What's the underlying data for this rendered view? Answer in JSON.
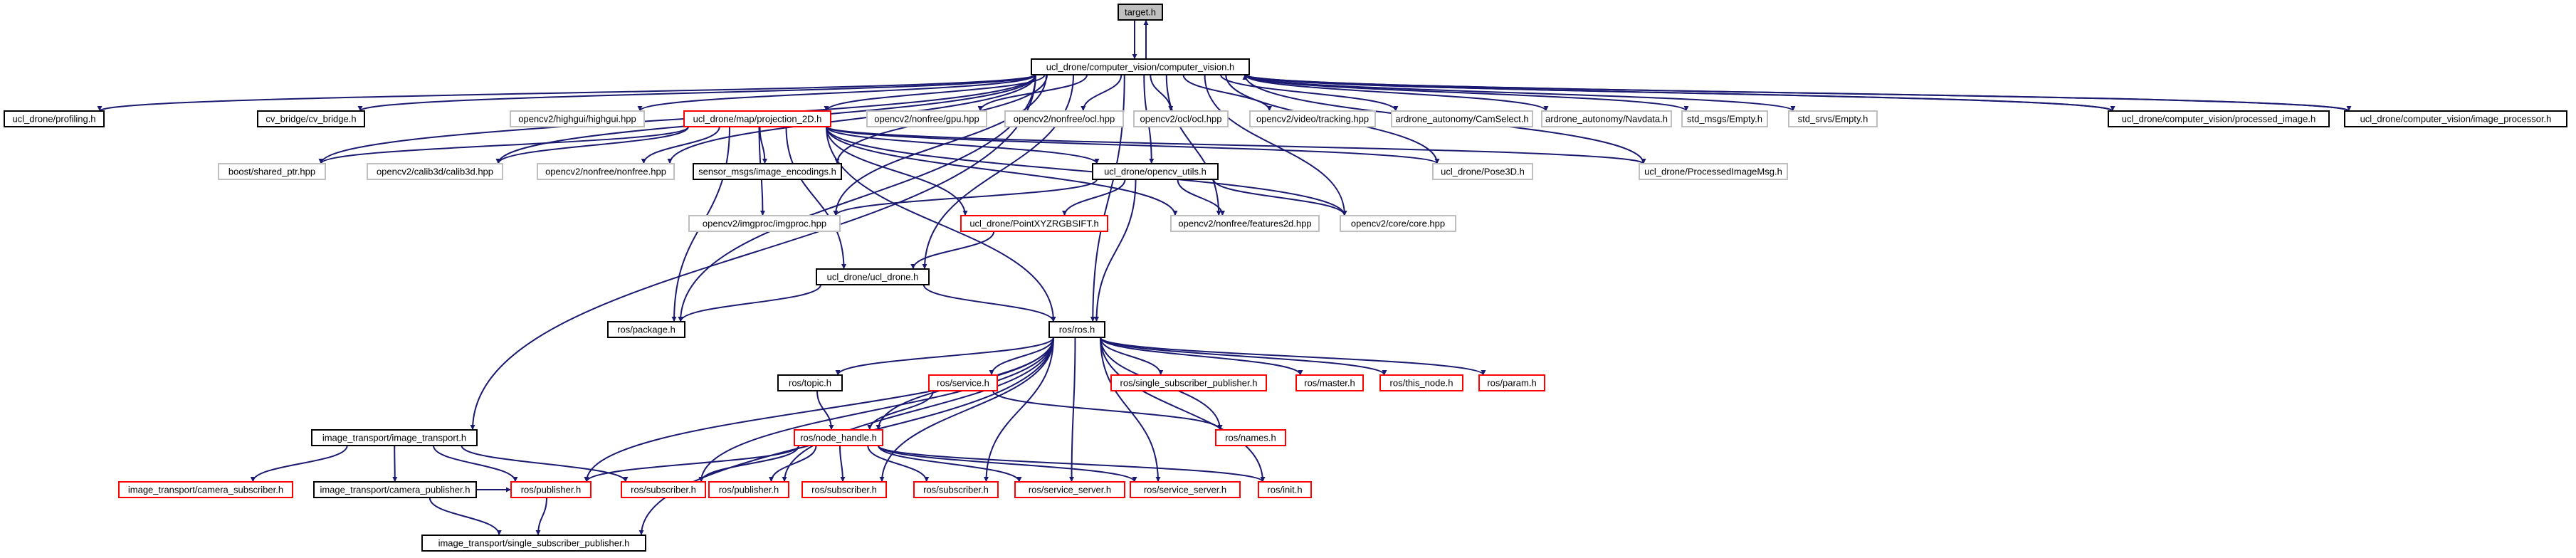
{
  "graph": {
    "colors": {
      "edge": "#191970",
      "black": "#000000",
      "red": "#ff0000",
      "grey": "#bfbfbf",
      "root_fill": "#bfbfbf"
    },
    "nodes": {
      "target": {
        "label": "target.h",
        "style": "root"
      },
      "cv": {
        "label": "ucl_drone/computer_vision/computer_vision.h",
        "style": "black"
      },
      "profiling": {
        "label": "ucl_drone/profiling.h",
        "style": "black"
      },
      "cvbridge": {
        "label": "cv_bridge/cv_bridge.h",
        "style": "black"
      },
      "highgui": {
        "label": "opencv2/highgui/highgui.hpp",
        "style": "grey"
      },
      "proj2d": {
        "label": "ucl_drone/map/projection_2D.h",
        "style": "red"
      },
      "gpu": {
        "label": "opencv2/nonfree/gpu.hpp",
        "style": "grey"
      },
      "nonfreeocl": {
        "label": "opencv2/nonfree/ocl.hpp",
        "style": "grey"
      },
      "ocl": {
        "label": "opencv2/ocl/ocl.hpp",
        "style": "grey"
      },
      "tracking": {
        "label": "opencv2/video/tracking.hpp",
        "style": "grey"
      },
      "camselect": {
        "label": "ardrone_autonomy/CamSelect.h",
        "style": "grey"
      },
      "navdata": {
        "label": "ardrone_autonomy/Navdata.h",
        "style": "grey"
      },
      "empty_msg": {
        "label": "std_msgs/Empty.h",
        "style": "grey"
      },
      "empty_srv": {
        "label": "std_srvs/Empty.h",
        "style": "grey"
      },
      "procimg": {
        "label": "ucl_drone/computer_vision/processed_image.h",
        "style": "black"
      },
      "improc": {
        "label": "ucl_drone/computer_vision/image_processor.h",
        "style": "black"
      },
      "sharedptr": {
        "label": "boost/shared_ptr.hpp",
        "style": "grey"
      },
      "calib3d": {
        "label": "opencv2/calib3d/calib3d.hpp",
        "style": "grey"
      },
      "nonfree": {
        "label": "opencv2/nonfree/nonfree.hpp",
        "style": "grey"
      },
      "sensorenc": {
        "label": "sensor_msgs/image_encodings.h",
        "style": "black"
      },
      "ocvutils": {
        "label": "ucl_drone/opencv_utils.h",
        "style": "black"
      },
      "pose3d": {
        "label": "ucl_drone/Pose3D.h",
        "style": "grey"
      },
      "procmsg": {
        "label": "ucl_drone/ProcessedImageMsg.h",
        "style": "grey"
      },
      "imgproc": {
        "label": "opencv2/imgproc/imgproc.hpp",
        "style": "grey"
      },
      "pointxyz": {
        "label": "ucl_drone/PointXYZRGBSIFT.h",
        "style": "red"
      },
      "features2d": {
        "label": "opencv2/nonfree/features2d.hpp",
        "style": "grey"
      },
      "core": {
        "label": "opencv2/core/core.hpp",
        "style": "grey"
      },
      "ucldrone": {
        "label": "ucl_drone/ucl_drone.h",
        "style": "black"
      },
      "package": {
        "label": "ros/package.h",
        "style": "black"
      },
      "ros": {
        "label": "ros/ros.h",
        "style": "black"
      },
      "topic": {
        "label": "ros/topic.h",
        "style": "black"
      },
      "service": {
        "label": "ros/service.h",
        "style": "red"
      },
      "ssp_ros": {
        "label": "ros/single_subscriber_publisher.h",
        "style": "red"
      },
      "master": {
        "label": "ros/master.h",
        "style": "red"
      },
      "thisnode": {
        "label": "ros/this_node.h",
        "style": "red"
      },
      "param": {
        "label": "ros/param.h",
        "style": "red"
      },
      "it": {
        "label": "image_transport/image_transport.h",
        "style": "black"
      },
      "nodehandle": {
        "label": "ros/node_handle.h",
        "style": "red"
      },
      "names": {
        "label": "ros/names.h",
        "style": "red"
      },
      "camsub": {
        "label": "image_transport/camera_subscriber.h",
        "style": "red"
      },
      "campub": {
        "label": "image_transport/camera_publisher.h",
        "style": "black"
      },
      "pub_a": {
        "label": "ros/publisher.h",
        "style": "red"
      },
      "sub_a": {
        "label": "ros/subscriber.h",
        "style": "red"
      },
      "pub_b": {
        "label": "ros/publisher.h",
        "style": "red"
      },
      "sub_b": {
        "label": "ros/subscriber.h",
        "style": "red"
      },
      "sub_c": {
        "label": "ros/subscriber.h",
        "style": "red"
      },
      "srvserver_a": {
        "label": "ros/service_server.h",
        "style": "red"
      },
      "srvserver_b": {
        "label": "ros/service_server.h",
        "style": "red"
      },
      "init": {
        "label": "ros/init.h",
        "style": "red"
      },
      "ssp_it": {
        "label": "image_transport/single_subscriber_publisher.h",
        "style": "black"
      }
    },
    "edges": [
      [
        "target",
        "cv"
      ],
      [
        "cv",
        "target"
      ],
      [
        "cv",
        "profiling"
      ],
      [
        "cv",
        "cvbridge"
      ],
      [
        "cv",
        "highgui"
      ],
      [
        "cv",
        "proj2d"
      ],
      [
        "cv",
        "gpu"
      ],
      [
        "cv",
        "nonfreeocl"
      ],
      [
        "cv",
        "ocl"
      ],
      [
        "cv",
        "tracking"
      ],
      [
        "cv",
        "camselect"
      ],
      [
        "cv",
        "navdata"
      ],
      [
        "cv",
        "empty_msg"
      ],
      [
        "cv",
        "empty_srv"
      ],
      [
        "cv",
        "procimg"
      ],
      [
        "cv",
        "improc"
      ],
      [
        "cv",
        "sharedptr"
      ],
      [
        "cv",
        "calib3d"
      ],
      [
        "cv",
        "nonfree"
      ],
      [
        "cv",
        "sensorenc"
      ],
      [
        "cv",
        "ocvutils"
      ],
      [
        "cv",
        "pose3d"
      ],
      [
        "cv",
        "procmsg"
      ],
      [
        "cv",
        "imgproc"
      ],
      [
        "cv",
        "features2d"
      ],
      [
        "cv",
        "core"
      ],
      [
        "cv",
        "ucldrone"
      ],
      [
        "cv",
        "package"
      ],
      [
        "cv",
        "ros"
      ],
      [
        "cv",
        "it"
      ],
      [
        "procimg",
        "cv"
      ],
      [
        "improc",
        "cv"
      ],
      [
        "proj2d",
        "sharedptr"
      ],
      [
        "proj2d",
        "calib3d"
      ],
      [
        "proj2d",
        "nonfree"
      ],
      [
        "proj2d",
        "sensorenc"
      ],
      [
        "proj2d",
        "ocvutils"
      ],
      [
        "proj2d",
        "pose3d"
      ],
      [
        "proj2d",
        "procmsg"
      ],
      [
        "proj2d",
        "imgproc"
      ],
      [
        "proj2d",
        "pointxyz"
      ],
      [
        "proj2d",
        "features2d"
      ],
      [
        "proj2d",
        "core"
      ],
      [
        "proj2d",
        "ucldrone"
      ],
      [
        "proj2d",
        "package"
      ],
      [
        "proj2d",
        "ros"
      ],
      [
        "ocvutils",
        "imgproc"
      ],
      [
        "ocvutils",
        "pointxyz"
      ],
      [
        "ocvutils",
        "features2d"
      ],
      [
        "ocvutils",
        "core"
      ],
      [
        "ocvutils",
        "ros"
      ],
      [
        "pointxyz",
        "ucldrone"
      ],
      [
        "ucldrone",
        "package"
      ],
      [
        "ucldrone",
        "ros"
      ],
      [
        "ros",
        "topic"
      ],
      [
        "ros",
        "service"
      ],
      [
        "ros",
        "ssp_ros"
      ],
      [
        "ros",
        "master"
      ],
      [
        "ros",
        "thisnode"
      ],
      [
        "ros",
        "param"
      ],
      [
        "ros",
        "nodehandle"
      ],
      [
        "ros",
        "names"
      ],
      [
        "ros",
        "pub_a"
      ],
      [
        "ros",
        "sub_a"
      ],
      [
        "ros",
        "pub_b"
      ],
      [
        "ros",
        "sub_b"
      ],
      [
        "ros",
        "sub_c"
      ],
      [
        "ros",
        "srvserver_a"
      ],
      [
        "ros",
        "srvserver_b"
      ],
      [
        "ros",
        "init"
      ],
      [
        "ros",
        "ssp_it"
      ],
      [
        "topic",
        "nodehandle"
      ],
      [
        "service",
        "nodehandle"
      ],
      [
        "service",
        "names"
      ],
      [
        "nodehandle",
        "pub_a"
      ],
      [
        "nodehandle",
        "sub_a"
      ],
      [
        "nodehandle",
        "pub_b"
      ],
      [
        "nodehandle",
        "sub_b"
      ],
      [
        "nodehandle",
        "sub_c"
      ],
      [
        "nodehandle",
        "srvserver_a"
      ],
      [
        "nodehandle",
        "srvserver_b"
      ],
      [
        "nodehandle",
        "init"
      ],
      [
        "it",
        "camsub"
      ],
      [
        "it",
        "campub"
      ],
      [
        "it",
        "pub_a"
      ],
      [
        "it",
        "sub_a"
      ],
      [
        "campub",
        "pub_a"
      ],
      [
        "campub",
        "ssp_it"
      ],
      [
        "pub_a",
        "ssp_it"
      ]
    ]
  }
}
